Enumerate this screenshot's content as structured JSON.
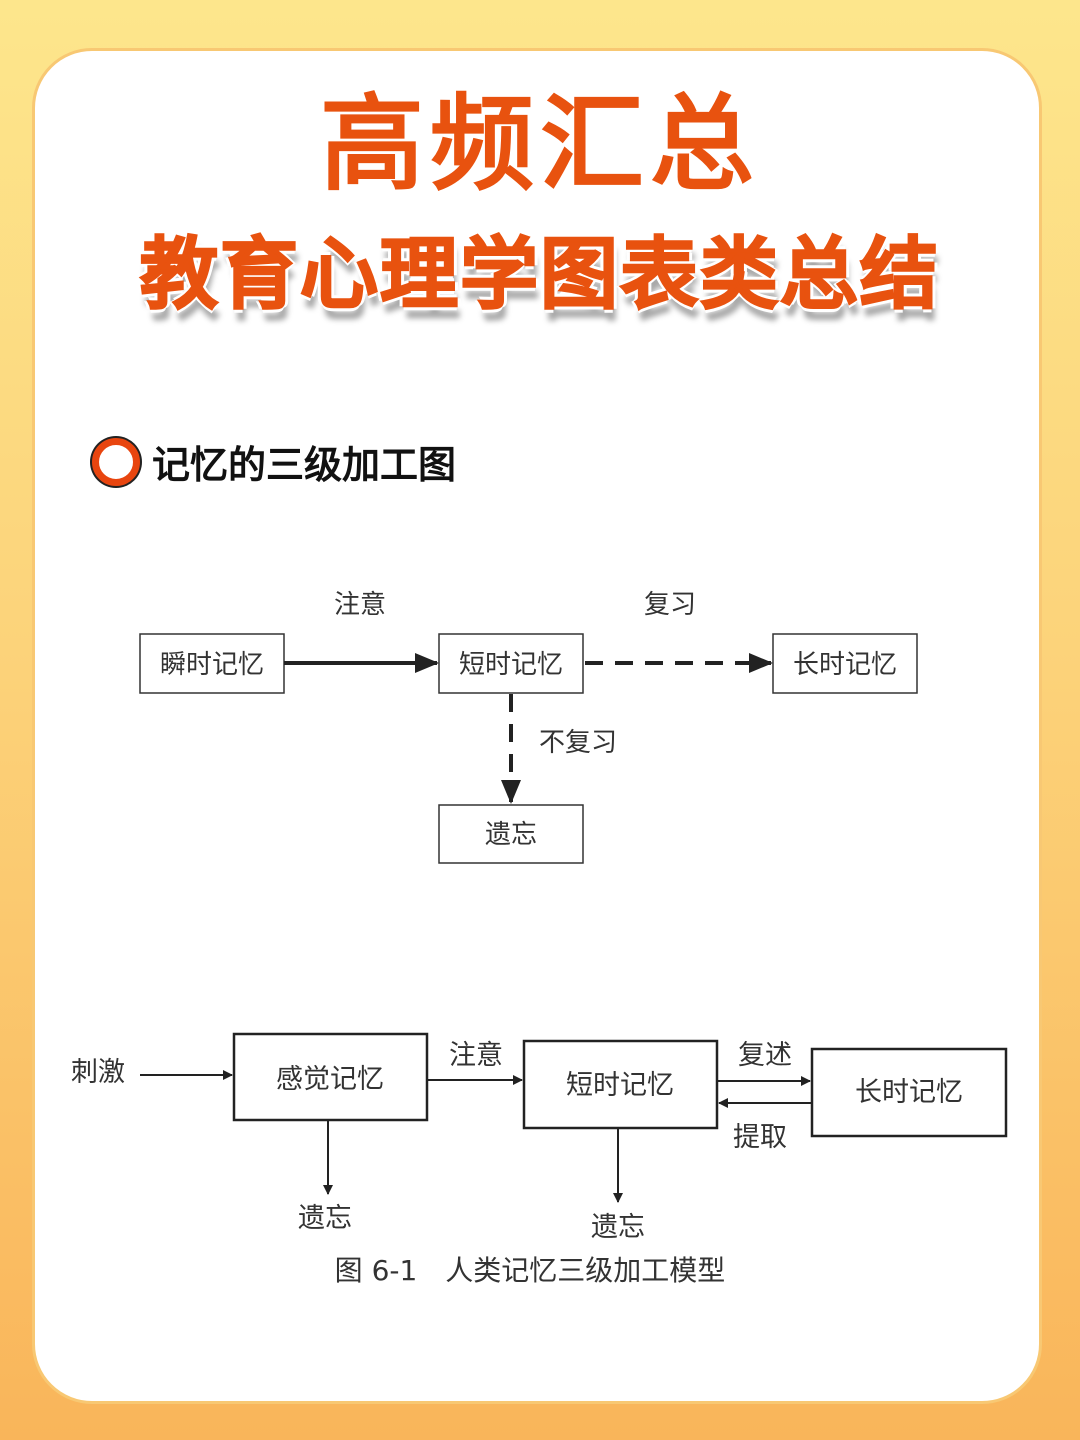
{
  "title": "高频汇总",
  "subtitle": "教育心理学图表类总结",
  "section": {
    "icon": "circle-icon",
    "title": "记忆的三级加工图"
  },
  "diagram1": {
    "boxes": [
      "瞬时记忆",
      "短时记忆",
      "长时记忆",
      "遗忘"
    ],
    "labels": {
      "attention": "注意",
      "rehearsal": "复习",
      "no_rehearsal": "不复习"
    }
  },
  "diagram2": {
    "stimulus": "刺激",
    "boxes": [
      "感觉记忆",
      "短时记忆",
      "长时记忆"
    ],
    "labels": {
      "attention": "注意",
      "rehearsal": "复述",
      "retrieval": "提取",
      "forget1": "遗忘",
      "forget2": "遗忘"
    },
    "caption": "图 6-1　人类记忆三级加工模型"
  },
  "colors": {
    "accent": "#e8520f"
  }
}
